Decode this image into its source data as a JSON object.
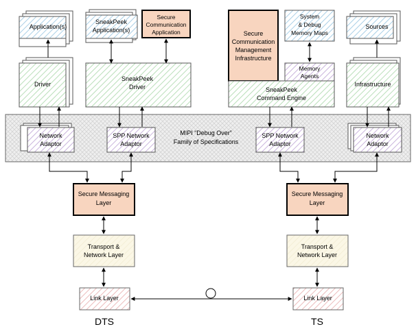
{
  "diagram": {
    "title_dts": "DTS",
    "title_ts": "TS",
    "mipi_label_1": "MIPI “Debug Over”",
    "mipi_label_2": "Family of Specifications",
    "left": {
      "applications": "Application(s)",
      "sneakpeek_apps_1": "SneakPeek",
      "sneakpeek_apps_2": "Application(s)",
      "secure_comm_app_1": "Secure",
      "secure_comm_app_2": "Communication",
      "secure_comm_app_3": "Application",
      "driver": "Driver",
      "sneakpeek_driver_1": "SneakPeek",
      "sneakpeek_driver_2": "Driver",
      "network_adaptor_1": "Network",
      "network_adaptor_2": "Adaptor",
      "spp_adaptor_1": "SPP Network",
      "spp_adaptor_2": "Adaptor",
      "secure_messaging_1": "Secure Messaging",
      "secure_messaging_2": "Layer",
      "transport_1": "Transport &",
      "transport_2": "Network Layer",
      "link_layer": "Link Layer"
    },
    "right": {
      "scmi_1": "Secure",
      "scmi_2": "Communication",
      "scmi_3": "Management",
      "scmi_4": "Infrastructure",
      "memmaps_1": "System",
      "memmaps_2": "& Debug",
      "memmaps_3": "Memory Maps",
      "sources": "Sources",
      "memagents_1": "Memory",
      "memagents_2": "Agents",
      "cmd_engine_1": "SneakPeek",
      "cmd_engine_2": "Command Engine",
      "infrastructure": "Infrastructure",
      "spp_adaptor_1": "SPP Network",
      "spp_adaptor_2": "Adaptor",
      "network_adaptor_1": "Network",
      "network_adaptor_2": "Adaptor",
      "secure_messaging_1": "Secure Messaging",
      "secure_messaging_2": "Layer",
      "transport_1": "Transport &",
      "transport_2": "Network Layer",
      "link_layer": "Link Layer"
    },
    "colors": {
      "green_hatch": "#b9deb9",
      "blue_hatch": "#a9cfe6",
      "purple_hatch": "#c9b4dc",
      "peach": "#f8d5bf",
      "cream": "#fbf7e6",
      "pink_hatch": "#ecbcbc",
      "mipi_band": "#ededed"
    }
  }
}
